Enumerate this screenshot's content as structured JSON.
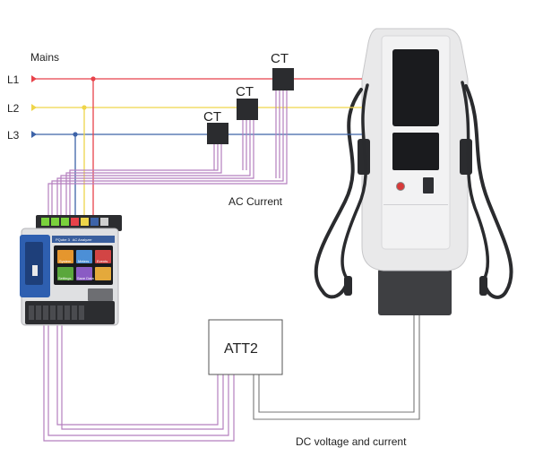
{
  "diagram": {
    "mains_label": "Mains",
    "lines": [
      {
        "label": "L1",
        "color": "#e8424a"
      },
      {
        "label": "L2",
        "color": "#efd54a"
      },
      {
        "label": "L3",
        "color": "#3d63a8"
      }
    ],
    "ct_label": "CT",
    "ac_current_label": "AC Current",
    "att_label": "ATT2",
    "dc_label": "DC voltage and current",
    "wire_color": "#b57fbf",
    "analyzer": {
      "brand": "PQube 3",
      "model": "AC Analyzer",
      "tiles": [
        "System",
        "Meters",
        "Events",
        "Settings",
        "Save Data",
        ""
      ]
    }
  }
}
